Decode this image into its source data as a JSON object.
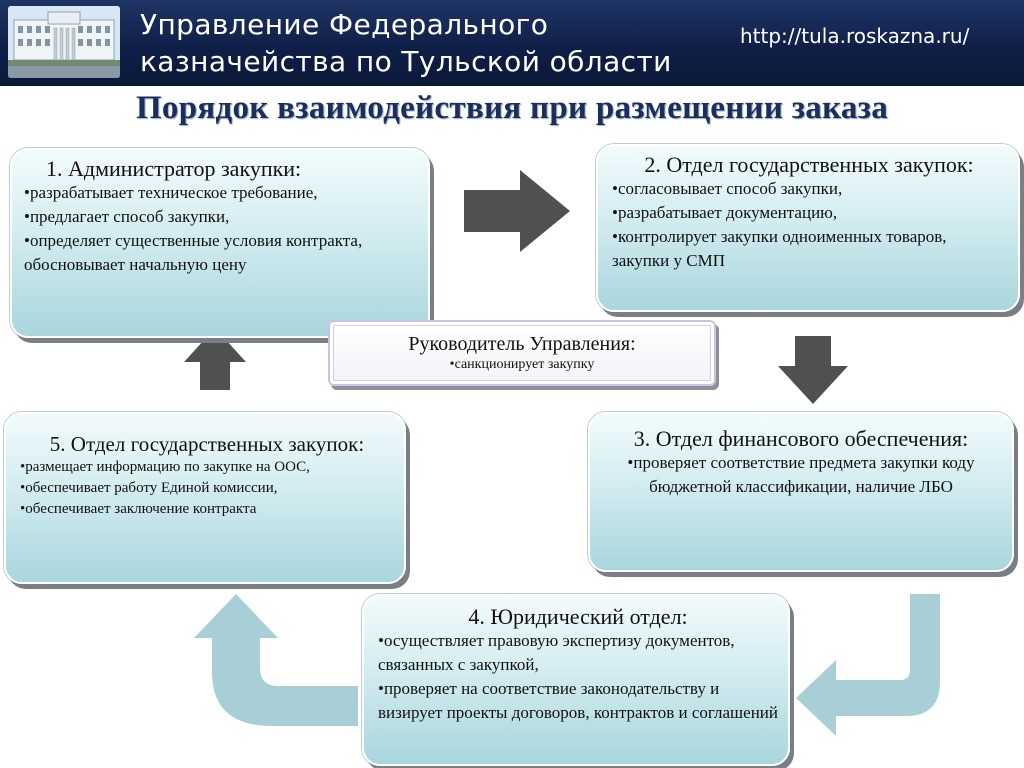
{
  "header": {
    "title_line1": "Управление Федерального",
    "title_line2": "казначейства по Тульской области",
    "url": "http://tula.roskazna.ru/",
    "background_color": "#0f1f47",
    "logo_icon": "building-photo"
  },
  "page_title": "Порядок взаимодействия при размещении заказа",
  "boxes": {
    "b1": {
      "title": "1. Администратор закупки:",
      "items": [
        "разрабатывает техническое требование,",
        "предлагает способ закупки,",
        "определяет существенные условия контракта, обосновывает начальную цену"
      ]
    },
    "b2": {
      "title": "2. Отдел государственных закупок:",
      "items": [
        "согласовывает способ закупки,",
        "разрабатывает документацию,",
        "контролирует закупки одноименных товаров, закупки у СМП"
      ]
    },
    "b3": {
      "title": "3. Отдел финансового обеспечения:",
      "items": [
        "проверяет соответствие предмета закупки коду бюджетной классификации, наличие ЛБО"
      ]
    },
    "b4": {
      "title": "4. Юридический отдел:",
      "items": [
        "осуществляет правовую экспертизу документов, связанных с закупкой,",
        "проверяет на соответствие законодательству и визирует проекты договоров, контрактов и соглашений"
      ]
    },
    "b5": {
      "title": "5. Отдел государственных закупок:",
      "items": [
        "размещает информацию по закупке на ООС,",
        "обеспечивает работу Единой комиссии,",
        "обеспечивает заключение контракта"
      ]
    }
  },
  "chief": {
    "title": "Руководитель Управления:",
    "item": "санкционирует закупку"
  },
  "colors": {
    "box_fill": "#a9d6dd",
    "dark_arrow": "#505050",
    "light_arrow": "#a8cfd6",
    "title_color": "#1b2f5e"
  }
}
